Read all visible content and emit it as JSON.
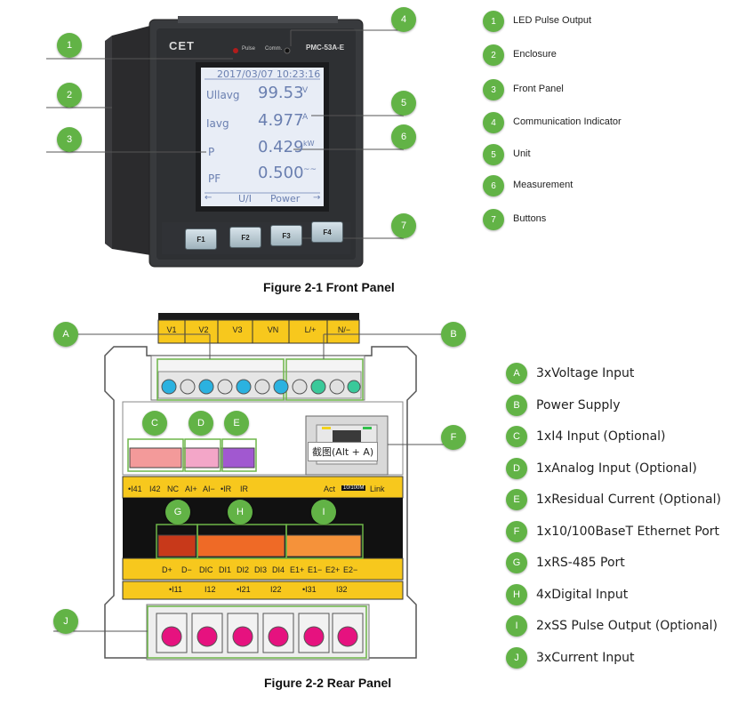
{
  "front": {
    "brand": "CET",
    "led_label": "Pulse",
    "comm_label": "Comm.",
    "model": "PMC-53A-E",
    "lcd": {
      "datetime": "2017/03/07 10:23:16",
      "rows": [
        {
          "name": "Ullavg",
          "value": "99.53",
          "unit": "V"
        },
        {
          "name": "Iavg",
          "value": "4.977",
          "unit": "A"
        },
        {
          "name": "P",
          "value": "0.429",
          "unit": "kW"
        },
        {
          "name": "PF",
          "value": "0.500",
          "unit": "~~"
        }
      ],
      "footer_left": "←",
      "footer_tab1": "U/I",
      "footer_tab2": "Power",
      "footer_right": "→"
    },
    "buttons": [
      "F1",
      "F2",
      "F3",
      "F4"
    ],
    "callouts": [
      "1",
      "2",
      "3",
      "4",
      "5",
      "6",
      "7"
    ],
    "caption": "Figure 2-1 Front Panel"
  },
  "front_legend": [
    {
      "num": "1",
      "label": "LED Pulse Output"
    },
    {
      "num": "2",
      "label": "Enclosure"
    },
    {
      "num": "3",
      "label": "Front Panel"
    },
    {
      "num": "4",
      "label": "Communication Indicator"
    },
    {
      "num": "5",
      "label": "Unit"
    },
    {
      "num": "6",
      "label": "Measurement"
    },
    {
      "num": "7",
      "label": "Buttons"
    }
  ],
  "rear": {
    "top_terminals": [
      "V1",
      "V2",
      "V3",
      "VN",
      "L/+",
      "N/−"
    ],
    "mid_labels": [
      "•I41",
      "I42",
      "NC",
      "AI+",
      "AI−",
      "•IR",
      "IR"
    ],
    "eth_labels": [
      "Act",
      "10/100M",
      "Link"
    ],
    "screenshot_tooltip": "截图(Alt + A)",
    "bottom_labels_1": [
      "D+",
      "D−",
      "DIC",
      "DI1",
      "DI2",
      "DI3",
      "DI4",
      "E1+",
      "E1−",
      "E2+",
      "E2−"
    ],
    "bottom_labels_2": [
      "•I11",
      "I12",
      "•I21",
      "I22",
      "•I31",
      "I32"
    ],
    "callouts": [
      "A",
      "B",
      "C",
      "D",
      "E",
      "F",
      "G",
      "H",
      "I",
      "J"
    ],
    "caption": "Figure 2-2 Rear Panel"
  },
  "rear_legend": [
    {
      "letter": "A",
      "label": "3xVoltage Input"
    },
    {
      "letter": "B",
      "label": "Power Supply"
    },
    {
      "letter": "C",
      "label": "1xI4 Input (Optional)"
    },
    {
      "letter": "D",
      "label": "1xAnalog Input (Optional)"
    },
    {
      "letter": "E",
      "label": "1xResidual Current (Optional)"
    },
    {
      "letter": "F",
      "label": "1x10/100BaseT Ethernet Port"
    },
    {
      "letter": "G",
      "label": "1xRS-485 Port"
    },
    {
      "letter": "H",
      "label": "4xDigital Input"
    },
    {
      "letter": "I",
      "label": "2xSS Pulse Output (Optional)"
    },
    {
      "letter": "J",
      "label": "3xCurrent Input"
    }
  ],
  "colors": {
    "callout_green": "#62b346",
    "lcd_text": "#6a7fb0",
    "terminal_yellow": "#f7c81d",
    "rs485_red": "#c8391a",
    "di_orange": "#ef6a26",
    "pulse_orange": "#f5923a",
    "i4_pink": "#f39a9a",
    "ai_pink": "#f3a6c8",
    "ir_purple": "#a158d0",
    "ct_magenta": "#e6127f",
    "voltage_blue": "#2bb2e0",
    "power_green": "#3ac99a"
  }
}
